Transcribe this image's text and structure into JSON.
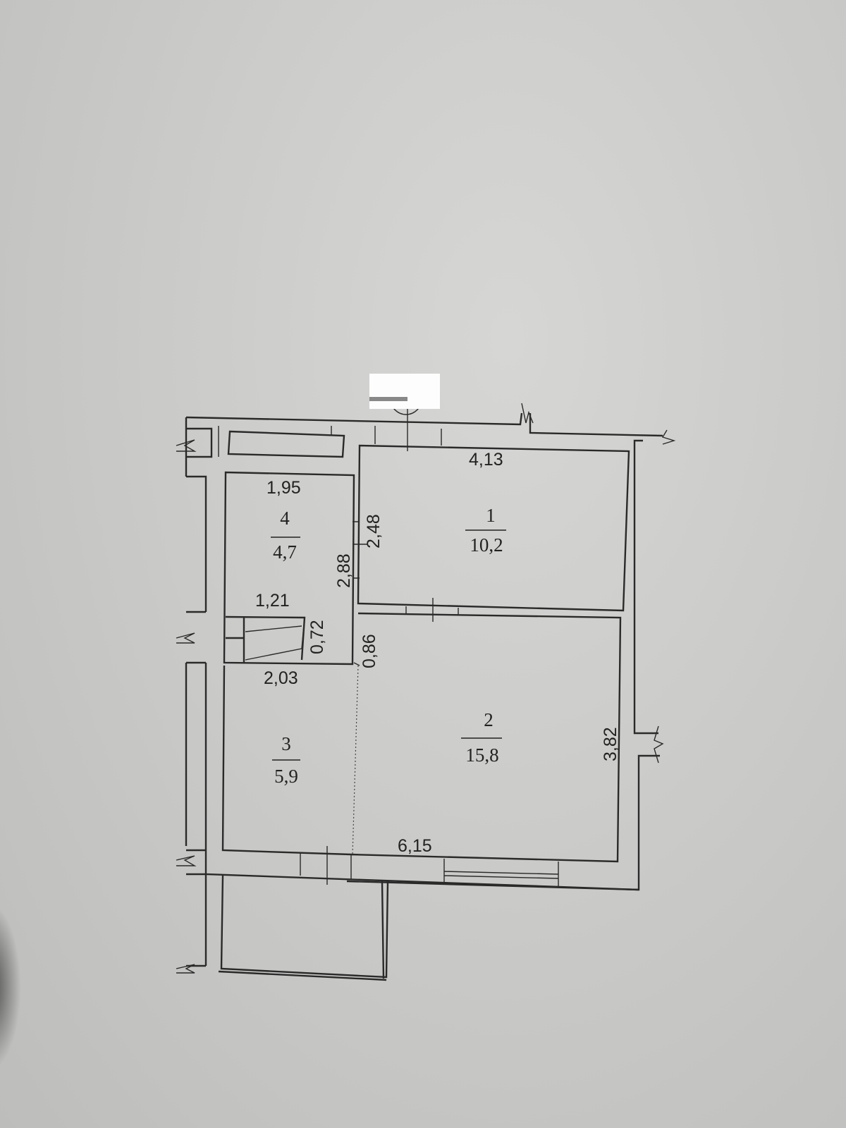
{
  "plan": {
    "rooms": [
      {
        "number": "1",
        "area": "10,2"
      },
      {
        "number": "2",
        "area": "15,8"
      },
      {
        "number": "3",
        "area": "5,9"
      },
      {
        "number": "4",
        "area": "4,7"
      }
    ],
    "dimensions": {
      "room1_width": "4,13",
      "room1_height": "2,48",
      "room4_width": "1,95",
      "room4_height": "2,88",
      "closet_width": "1,21",
      "closet_depth": "0,72",
      "opening": "0,86",
      "room3_width": "2,03",
      "room2_height": "3,82",
      "room2_width": "6,15"
    }
  }
}
